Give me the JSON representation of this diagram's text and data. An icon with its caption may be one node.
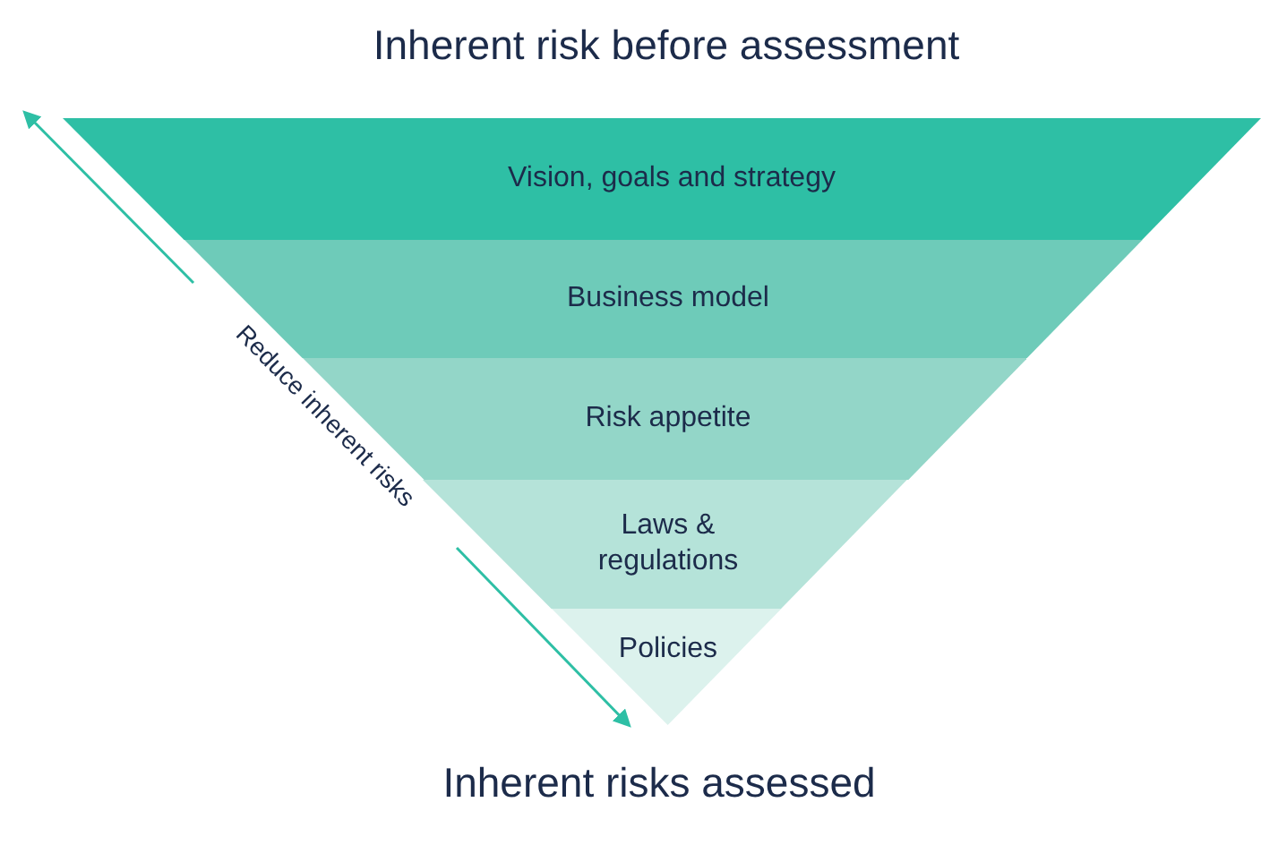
{
  "diagram": {
    "title": "Inherent risk before assessment",
    "caption": "Inherent risks assessed",
    "nodes": [
      {
        "text": [
          "Vision, goals and strategy"
        ]
      },
      {
        "text": [
          "Business model"
        ]
      },
      {
        "text": [
          "Risk appetite"
        ]
      },
      {
        "text": [
          "Laws & regulations"
        ]
      },
      {
        "text": [
          "Policies"
        ]
      }
    ],
    "labels": [
      "Reduce inherent risks"
    ]
  }
}
